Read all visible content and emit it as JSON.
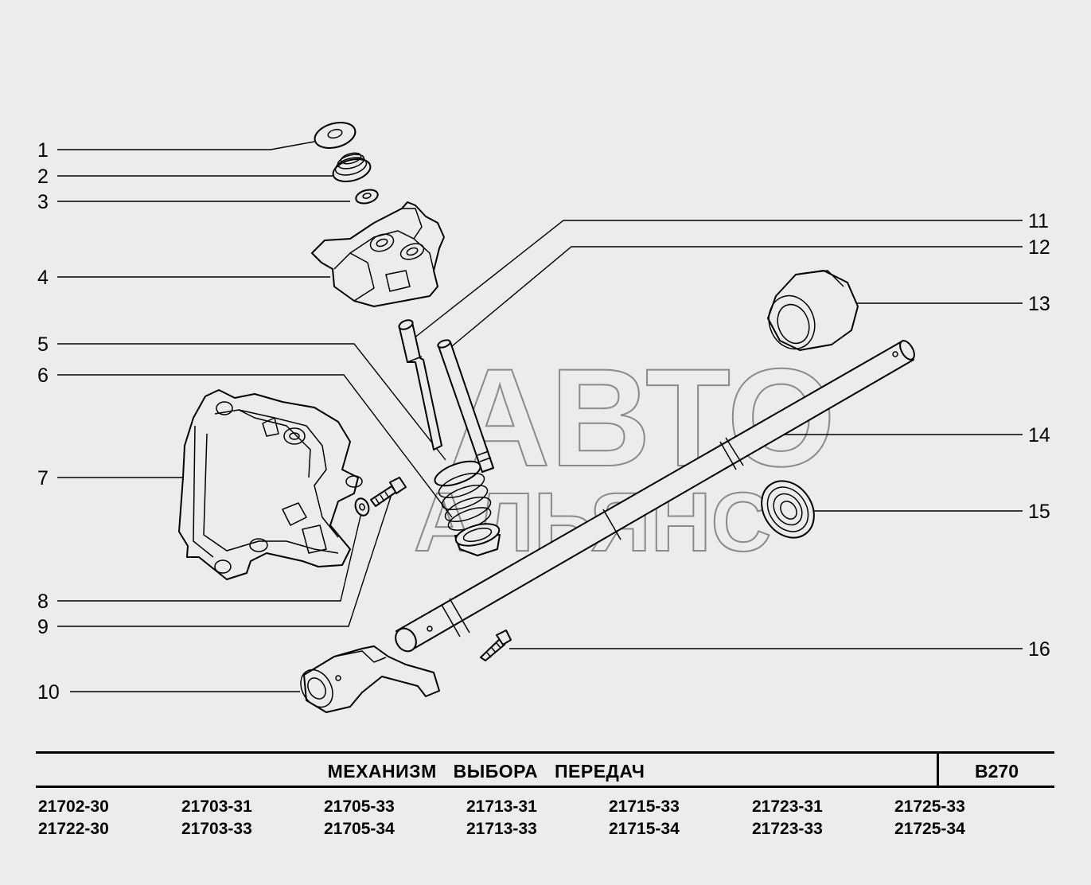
{
  "diagram": {
    "callouts": [
      "1",
      "2",
      "3",
      "4",
      "5",
      "6",
      "7",
      "8",
      "9",
      "10",
      "11",
      "12",
      "13",
      "14",
      "15",
      "16"
    ],
    "watermark": {
      "line1": "АВТО",
      "line2": "АЛЬЯНС"
    }
  },
  "title_block": {
    "title": "МЕХАНИЗМ ВЫБОРА ПЕРЕДАЧ",
    "code": "B270"
  },
  "models": [
    [
      "21702-30",
      "21722-30"
    ],
    [
      "21703-31",
      "21703-33"
    ],
    [
      "21705-33",
      "21705-34"
    ],
    [
      "21713-31",
      "21713-33"
    ],
    [
      "21715-33",
      "21715-34"
    ],
    [
      "21723-31",
      "21723-33"
    ],
    [
      "21725-33",
      "21725-34"
    ]
  ]
}
